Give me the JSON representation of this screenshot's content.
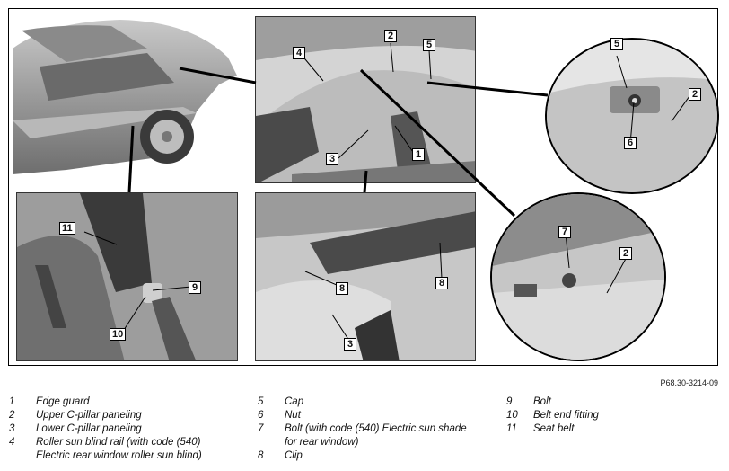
{
  "figure_ref": "P68.30-3214-09",
  "callouts": {
    "c1": "1",
    "c2a": "2",
    "c2b": "2",
    "c2c": "2",
    "c3a": "3",
    "c3b": "3",
    "c4": "4",
    "c5a": "5",
    "c5b": "5",
    "c6": "6",
    "c7": "7",
    "c8a": "8",
    "c8b": "8",
    "c9": "9",
    "c10": "10",
    "c11": "11"
  },
  "legend": {
    "col1": [
      {
        "num": "1",
        "text": "Edge guard"
      },
      {
        "num": "2",
        "text": "Upper C-pillar paneling"
      },
      {
        "num": "3",
        "text": "Lower C-pillar paneling"
      },
      {
        "num": "4",
        "text": "Roller sun blind rail (with code (540) Electric rear window roller sun blind)"
      }
    ],
    "col2": [
      {
        "num": "5",
        "text": "Cap"
      },
      {
        "num": "6",
        "text": "Nut"
      },
      {
        "num": "7",
        "text": "Bolt (with code (540) Electric sun shade for rear window)"
      },
      {
        "num": "8",
        "text": "Clip"
      }
    ],
    "col3": [
      {
        "num": "9",
        "text": "Bolt"
      },
      {
        "num": "10",
        "text": "Belt end fitting"
      },
      {
        "num": "11",
        "text": "Seat belt"
      }
    ]
  }
}
